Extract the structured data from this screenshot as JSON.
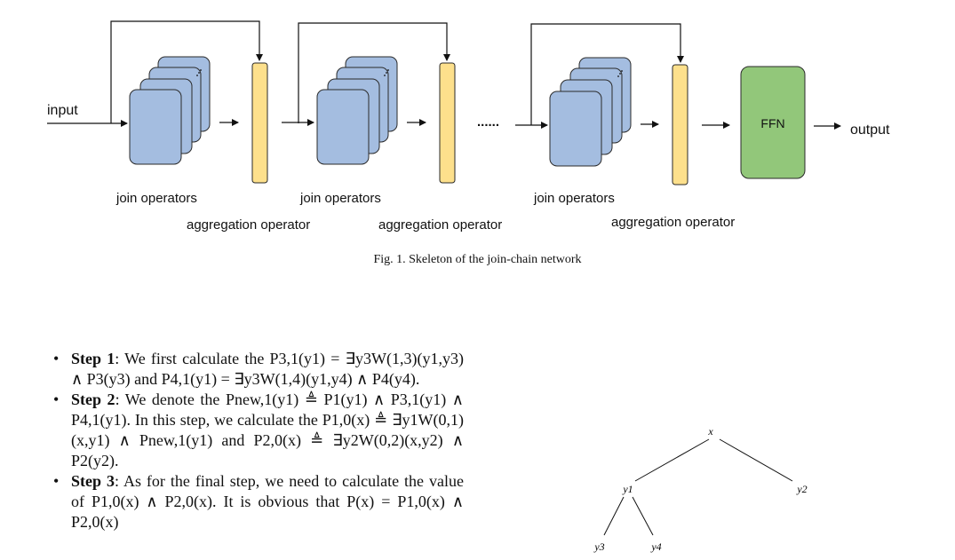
{
  "figure": {
    "input_label": "input",
    "output_label": "output",
    "ffn_label": "FFN",
    "ellipsis": "......",
    "join_label": "join operators",
    "agg_label": "aggregation operator",
    "caption": "Fig. 1.  Skeleton of the join-chain network",
    "colors": {
      "stack": "#a4bde0",
      "aggregation": "#fde08c",
      "ffn": "#92c77a"
    }
  },
  "steps": [
    {
      "label": "Step 1",
      "text": ": We first calculate the P3,1(y1) = ∃y3W(1,3)(y1,y3) ∧ P3(y3) and P4,1(y1) = ∃y3W(1,4)(y1,y4) ∧ P4(y4)."
    },
    {
      "label": "Step 2",
      "text": ": We denote the Pnew,1(y1) ≜ P1(y1) ∧ P3,1(y1) ∧ P4,1(y1). In this step, we calculate the P1,0(x) ≜ ∃y1W(0,1)(x,y1) ∧ Pnew,1(y1) and P2,0(x) ≜ ∃y2W(0,2)(x,y2) ∧ P2(y2)."
    },
    {
      "label": "Step 3",
      "text": ": As for the final step, we need to calculate the value of P1,0(x) ∧ P2,0(x). It is obvious that P(x) = P1,0(x) ∧ P2,0(x)"
    }
  ],
  "tree": {
    "root": "x",
    "y1": "y1",
    "y2": "y2",
    "y3": "y3",
    "y4": "y4"
  }
}
